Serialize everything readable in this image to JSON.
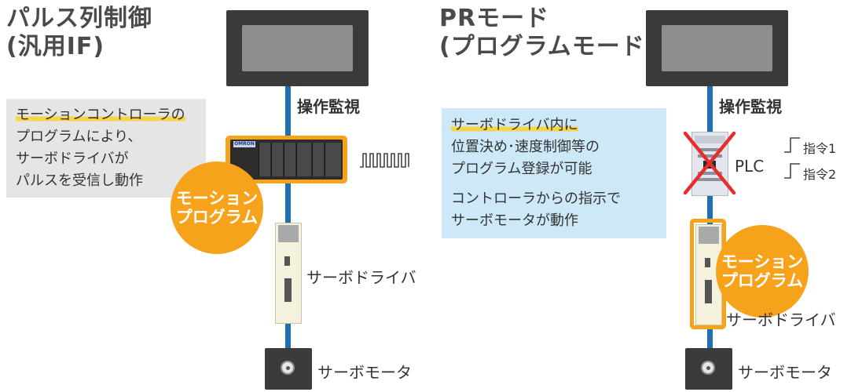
{
  "left": {
    "title_line1": "パルス列制御",
    "title_line2": "(汎用IF)",
    "monitoring_label": "操作監視",
    "note_lines": [
      "モーションコントローラの",
      "プログラムにより、",
      "サーボドライバが",
      "パルスを受信し動作"
    ],
    "note_highlight": "モーションコントローラの",
    "controller_brand": "OMRON",
    "circle_line1": "モーション",
    "circle_line2": "プログラム",
    "drive_label": "サーボドライバ",
    "motor_label": "サーボモータ"
  },
  "right": {
    "title_line1": "PRモード",
    "title_line2": "(プログラムモード)",
    "monitoring_label": "操作監視",
    "note_lines": [
      "サーボドライバ内に",
      "位置決め･速度制御等の",
      "プログラム登録が可能",
      "コントローラからの指示で",
      "サーボモータが動作"
    ],
    "plc_label": "PLC",
    "command1": "指令1",
    "command2": "指令2",
    "circle_line1": "モーション",
    "circle_line2": "プログラム",
    "drive_label": "サーボドライバ",
    "motor_label": "サーボモータ"
  },
  "colors": {
    "cable": "#1e6fb4",
    "accent_orange": "#f7a21b",
    "highlight_yellow": "#f7d44a",
    "note_gray": "#e5e5e5",
    "note_blue": "#cde9f7"
  }
}
